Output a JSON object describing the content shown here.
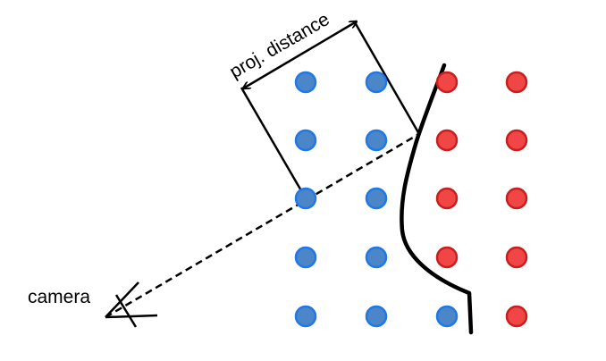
{
  "labels": {
    "camera": "camera",
    "proj_distance": "proj. distance"
  },
  "colors": {
    "blue_fill": "#4a86c8",
    "blue_stroke": "#1f78e6",
    "red_fill": "#f04646",
    "red_stroke": "#c81e1e",
    "line": "#000000",
    "background": "#ffffff"
  },
  "grid": {
    "columns": 4,
    "rows": 5,
    "cells": [
      [
        "blue",
        "blue",
        "red",
        "red"
      ],
      [
        "blue",
        "blue",
        "red",
        "red"
      ],
      [
        "blue",
        "blue",
        "red",
        "red"
      ],
      [
        "blue",
        "blue",
        "red",
        "red"
      ],
      [
        "blue",
        "blue",
        "blue",
        "red"
      ]
    ]
  }
}
